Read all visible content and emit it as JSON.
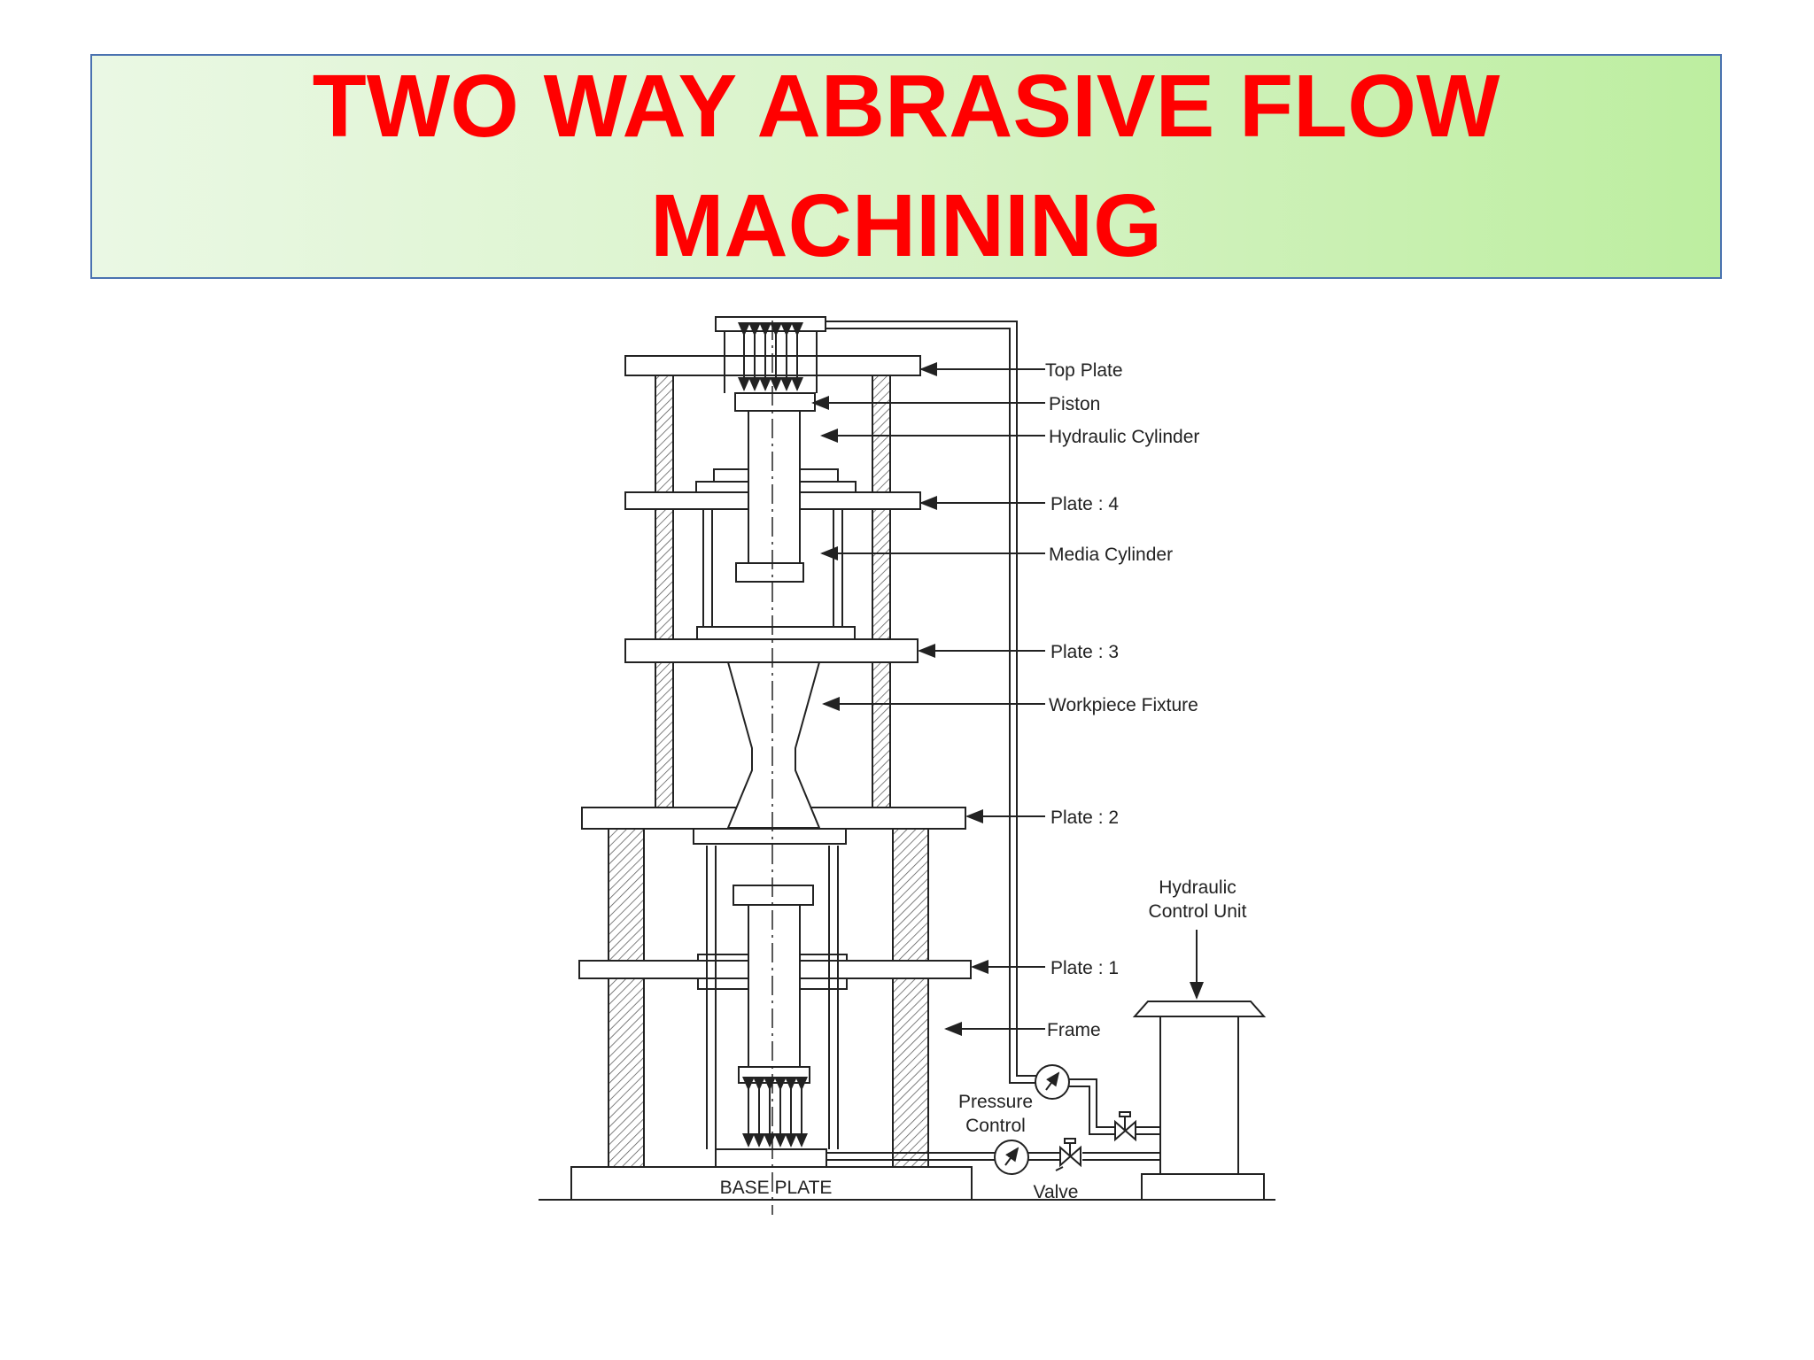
{
  "title": "TWO WAY ABRASIVE FLOW\nMACHINING",
  "labels": {
    "top_plate": "Top Plate",
    "piston": "Piston",
    "hydraulic_cylinder": "Hydraulic Cylinder",
    "plate4": "Plate : 4",
    "media_cylinder": "Media Cylinder",
    "plate3": "Plate : 3",
    "workpiece_fixture": "Workpiece Fixture",
    "plate2": "Plate : 2",
    "hcu_line1": "Hydraulic",
    "hcu_line2": "Control Unit",
    "plate1": "Plate : 1",
    "frame": "Frame",
    "pressure_line1": "Pressure",
    "pressure_line2": "Control",
    "valve": "Valve",
    "base_plate": "BASE PLATE"
  }
}
